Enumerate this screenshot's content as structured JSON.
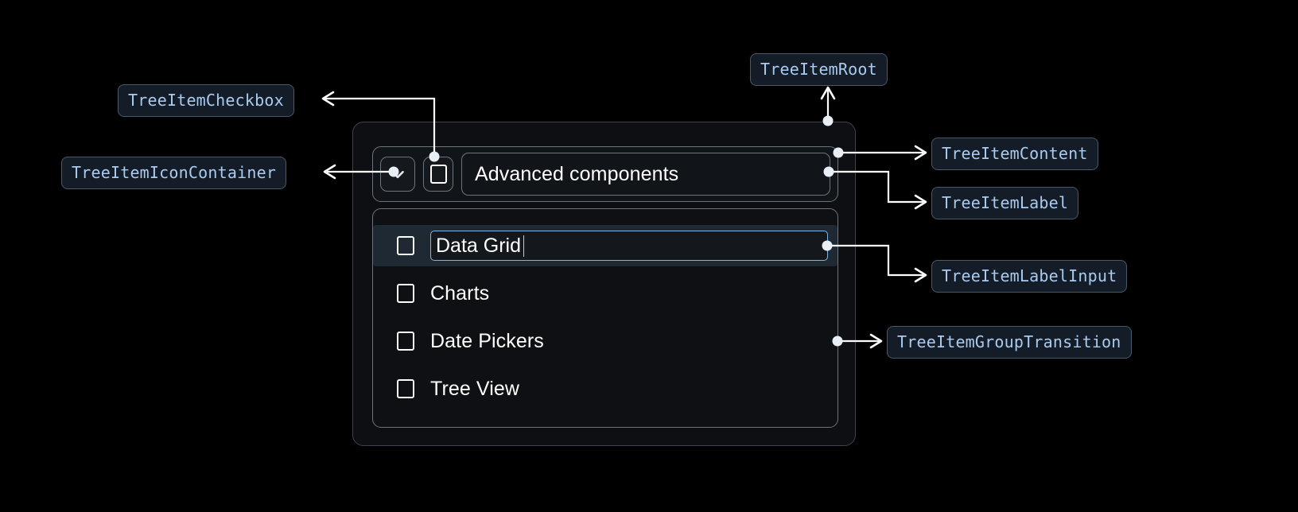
{
  "theme": {
    "background": "#000000",
    "chip_fill": "#141c28",
    "chip_border": "#4a5868",
    "chip_text": "#a9cbf0",
    "widget_border": "#6d747d",
    "root_border": "#3d4450",
    "selected_row_bg": "#1e2934",
    "input_focus_border": "#7fb5e6",
    "connector": "#ffffff",
    "label_text": "#ffffff"
  },
  "annotations": [
    {
      "id": "tree-item-checkbox",
      "label": "TreeItemCheckbox"
    },
    {
      "id": "tree-item-icon-container",
      "label": "TreeItemIconContainer"
    },
    {
      "id": "tree-item-root",
      "label": "TreeItemRoot"
    },
    {
      "id": "tree-item-content",
      "label": "TreeItemContent"
    },
    {
      "id": "tree-item-label",
      "label": "TreeItemLabel"
    },
    {
      "id": "tree-item-label-input",
      "label": "TreeItemLabelInput"
    },
    {
      "id": "tree-item-group-transition",
      "label": "TreeItemGroupTransition"
    }
  ],
  "tree": {
    "expand_icon": "chevron-down-icon",
    "root_checkbox_state": "unchecked",
    "root_label": "Advanced components",
    "children": [
      {
        "label": "Data Grid",
        "checked": false,
        "editing": true
      },
      {
        "label": "Charts",
        "checked": false,
        "editing": false
      },
      {
        "label": "Date Pickers",
        "checked": false,
        "editing": false
      },
      {
        "label": "Tree View",
        "checked": false,
        "editing": false
      }
    ],
    "editing_value": "Data Grid"
  }
}
